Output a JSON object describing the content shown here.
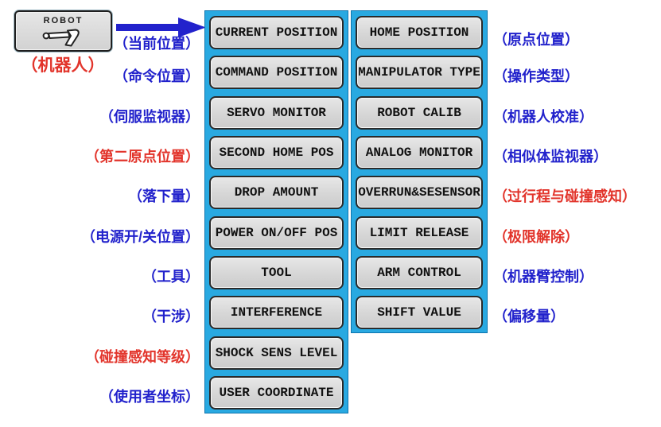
{
  "robot_key": {
    "label": "ROBOT",
    "caption": "（机器人）",
    "caption_color": "red",
    "icon": "robot-arm-icon"
  },
  "flow_arrow": {
    "icon": "arrow-right-icon",
    "color": "#2222cc"
  },
  "colors": {
    "panel_background": "#29a9e1",
    "button_background": "#d9d9d9",
    "button_border": "#2a2a2a",
    "blue_text": "#2222cc",
    "red_text": "#e2342b"
  },
  "menu": {
    "left": [
      {
        "label": "CURRENT POSITION",
        "caption": "（当前位置）",
        "caption_color": "blue"
      },
      {
        "label": "COMMAND POSITION",
        "caption": "（命令位置）",
        "caption_color": "blue"
      },
      {
        "label": "SERVO MONITOR",
        "caption": "（伺服监视器）",
        "caption_color": "blue"
      },
      {
        "label": "SECOND HOME POS",
        "caption": "（第二原点位置）",
        "caption_color": "red"
      },
      {
        "label": "DROP AMOUNT",
        "caption": "（落下量）",
        "caption_color": "blue"
      },
      {
        "label": "POWER ON/OFF POS",
        "caption": "（电源开/关位置）",
        "caption_color": "blue"
      },
      {
        "label": "TOOL",
        "caption": "（工具）",
        "caption_color": "blue"
      },
      {
        "label": "INTERFERENCE",
        "caption": "（干涉）",
        "caption_color": "blue"
      },
      {
        "label": "SHOCK SENS LEVEL",
        "caption": "（碰撞感知等级）",
        "caption_color": "red"
      },
      {
        "label": "USER COORDINATE",
        "caption": "（使用者坐标）",
        "caption_color": "blue"
      }
    ],
    "right": [
      {
        "label": "HOME POSITION",
        "caption": "（原点位置）",
        "caption_color": "blue"
      },
      {
        "label": "MANIPULATOR TYPE",
        "caption": "（操作类型）",
        "caption_color": "blue"
      },
      {
        "label": "ROBOT CALIB",
        "caption": "（机器人校准）",
        "caption_color": "blue"
      },
      {
        "label": "ANALOG MONITOR",
        "caption": "（相似体监视器）",
        "caption_color": "blue"
      },
      {
        "label": "OVERRUN&SESENSOR",
        "caption": "（过行程与碰撞感知）",
        "caption_color": "red"
      },
      {
        "label": "LIMIT RELEASE",
        "caption": "（极限解除）",
        "caption_color": "red"
      },
      {
        "label": "ARM CONTROL",
        "caption": "（机器臂控制）",
        "caption_color": "blue"
      },
      {
        "label": "SHIFT VALUE",
        "caption": "（偏移量）",
        "caption_color": "blue"
      }
    ]
  }
}
